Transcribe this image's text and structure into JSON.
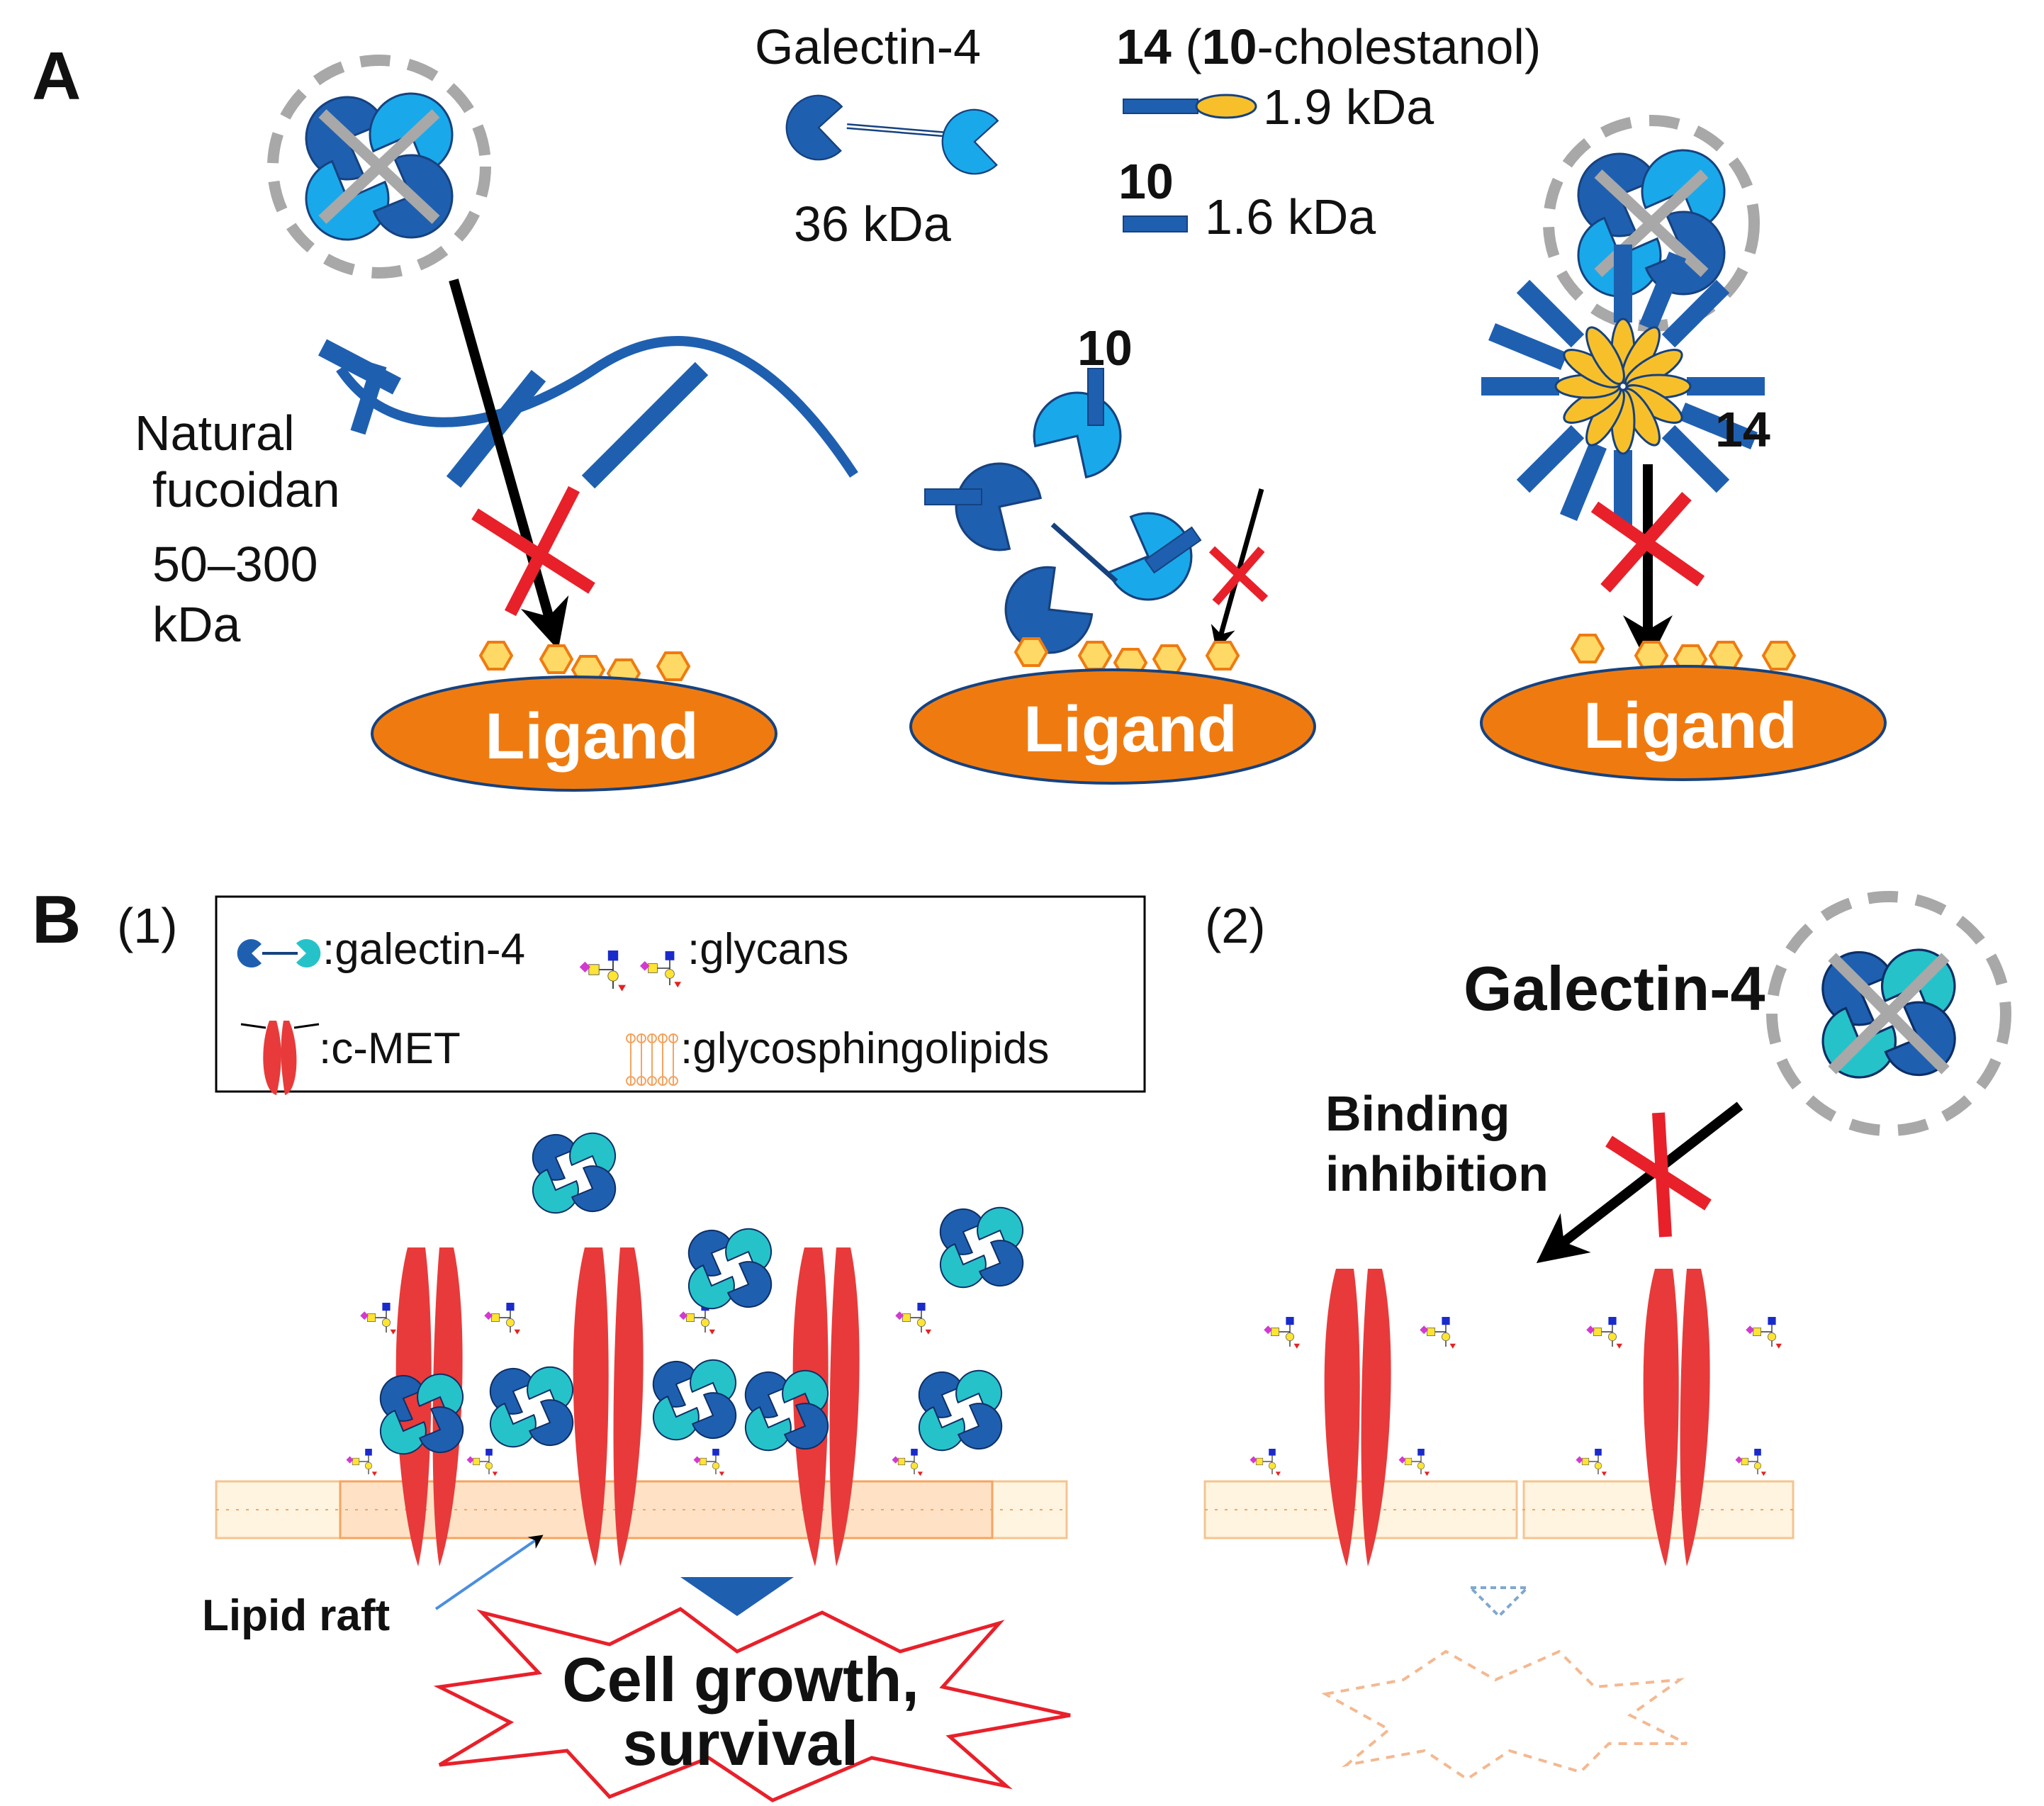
{
  "panel_a": {
    "label": "A",
    "legend": {
      "galectin_title": "Galectin-4",
      "galectin_mass": "36 kDa",
      "c14_number": "14",
      "c14_paren_open": " (",
      "c14_base": "10",
      "c14_suffix": "-cholestanol)",
      "c14_mass": "1.9 kDa",
      "c10_number": "10",
      "c10_mass": "1.6 kDa"
    },
    "fucoidan": {
      "line1": "Natural",
      "line2": "fucoidan",
      "line3": "50–300",
      "line4": "kDa"
    },
    "compound10_label": "10",
    "compound14_label": "14",
    "ligand_label": "Ligand"
  },
  "panel_b": {
    "label": "B",
    "sub1": "(1)",
    "sub2": "(2)",
    "legend": {
      "galectin": ":galectin-4",
      "glycans": ":glycans",
      "cmet": ":c-MET",
      "gsl": ":glycosphingolipids"
    },
    "lipid_raft": "Lipid raft",
    "growth_line1": "Cell growth,",
    "growth_line2": "survival",
    "galectin_title": "Galectin-4",
    "binding_line1": "Binding",
    "binding_line2": "inhibition"
  },
  "colors": {
    "dark_blue": "#1f5fb0",
    "light_blue": "#19a9ea",
    "teal": "#26c2c9",
    "ligand_orange": "#ef7b10",
    "hexagon_yellow": "#ffd966",
    "inhibit_red": "#e8202a",
    "receptor_red": "#e83a3a",
    "membrane_orange": "#f4a460",
    "dash_gray": "#a8a8a8",
    "flower_yellow": "#f7c02b"
  }
}
